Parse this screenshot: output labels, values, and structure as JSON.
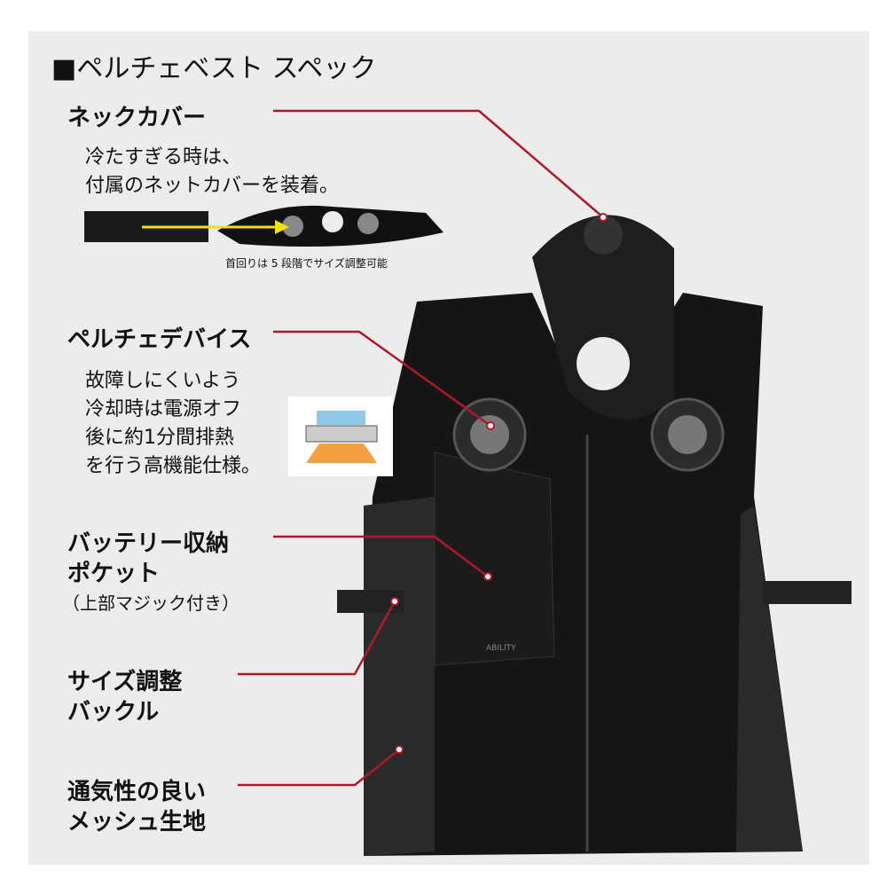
{
  "title": "■ペルチェベスト スペック",
  "accent_color": "#b0182a",
  "callouts": [
    {
      "heading": "ネックカバー",
      "lines": [
        "冷たすぎる時は、",
        "付属のネットカバーを装着。"
      ],
      "note": "首回りは 5 段階でサイズ調整可能"
    },
    {
      "heading": "ペルチェデバイス",
      "lines": [
        "故障しにくいよう",
        "冷却時は電源オフ",
        "後に約1分間排熱",
        "を行う高機能仕様。"
      ]
    },
    {
      "heading_lines": [
        "バッテリー収納",
        "ポケット"
      ],
      "sub": "（上部マジック付き）"
    },
    {
      "heading_lines": [
        "サイズ調整",
        "バックル"
      ]
    },
    {
      "heading_lines": [
        "通気性の良い",
        "メッシュ生地"
      ]
    }
  ],
  "logo_text": "ABILITY"
}
